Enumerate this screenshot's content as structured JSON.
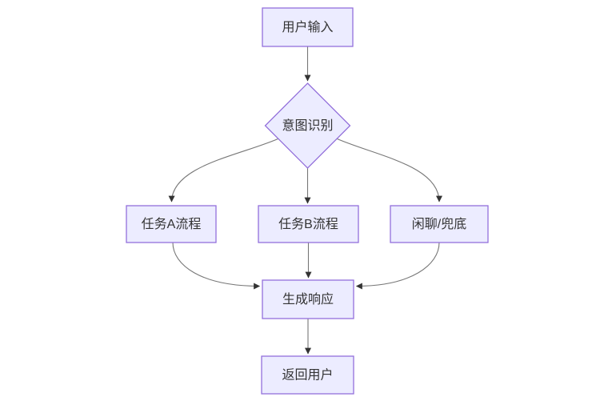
{
  "page": {
    "background": "#ffffff"
  },
  "diagram": {
    "type": "flowchart",
    "direction": "top-to-bottom",
    "colors": {
      "node_fill": "#ECECFF",
      "node_border": "#9370DB",
      "node_text": "#333333",
      "edge_line": "#777777",
      "arrowhead": "#333333"
    },
    "nodes": [
      {
        "id": "user-input",
        "label": "用户输入",
        "shape": "rectangle"
      },
      {
        "id": "intent-recognition",
        "label": "意图识别",
        "shape": "diamond"
      },
      {
        "id": "task-a-flow",
        "label": "任务A流程",
        "shape": "rectangle"
      },
      {
        "id": "task-b-flow",
        "label": "任务B流程",
        "shape": "rectangle"
      },
      {
        "id": "chitchat-fallback",
        "label": "闲聊/兜底",
        "shape": "rectangle"
      },
      {
        "id": "generate-response",
        "label": "生成响应",
        "shape": "rectangle"
      },
      {
        "id": "return-to-user",
        "label": "返回用户",
        "shape": "rectangle"
      }
    ],
    "edges": [
      {
        "from": "user-input",
        "to": "intent-recognition"
      },
      {
        "from": "intent-recognition",
        "to": "task-a-flow"
      },
      {
        "from": "intent-recognition",
        "to": "task-b-flow"
      },
      {
        "from": "intent-recognition",
        "to": "chitchat-fallback"
      },
      {
        "from": "task-a-flow",
        "to": "generate-response"
      },
      {
        "from": "task-b-flow",
        "to": "generate-response"
      },
      {
        "from": "chitchat-fallback",
        "to": "generate-response"
      },
      {
        "from": "generate-response",
        "to": "return-to-user"
      }
    ]
  }
}
